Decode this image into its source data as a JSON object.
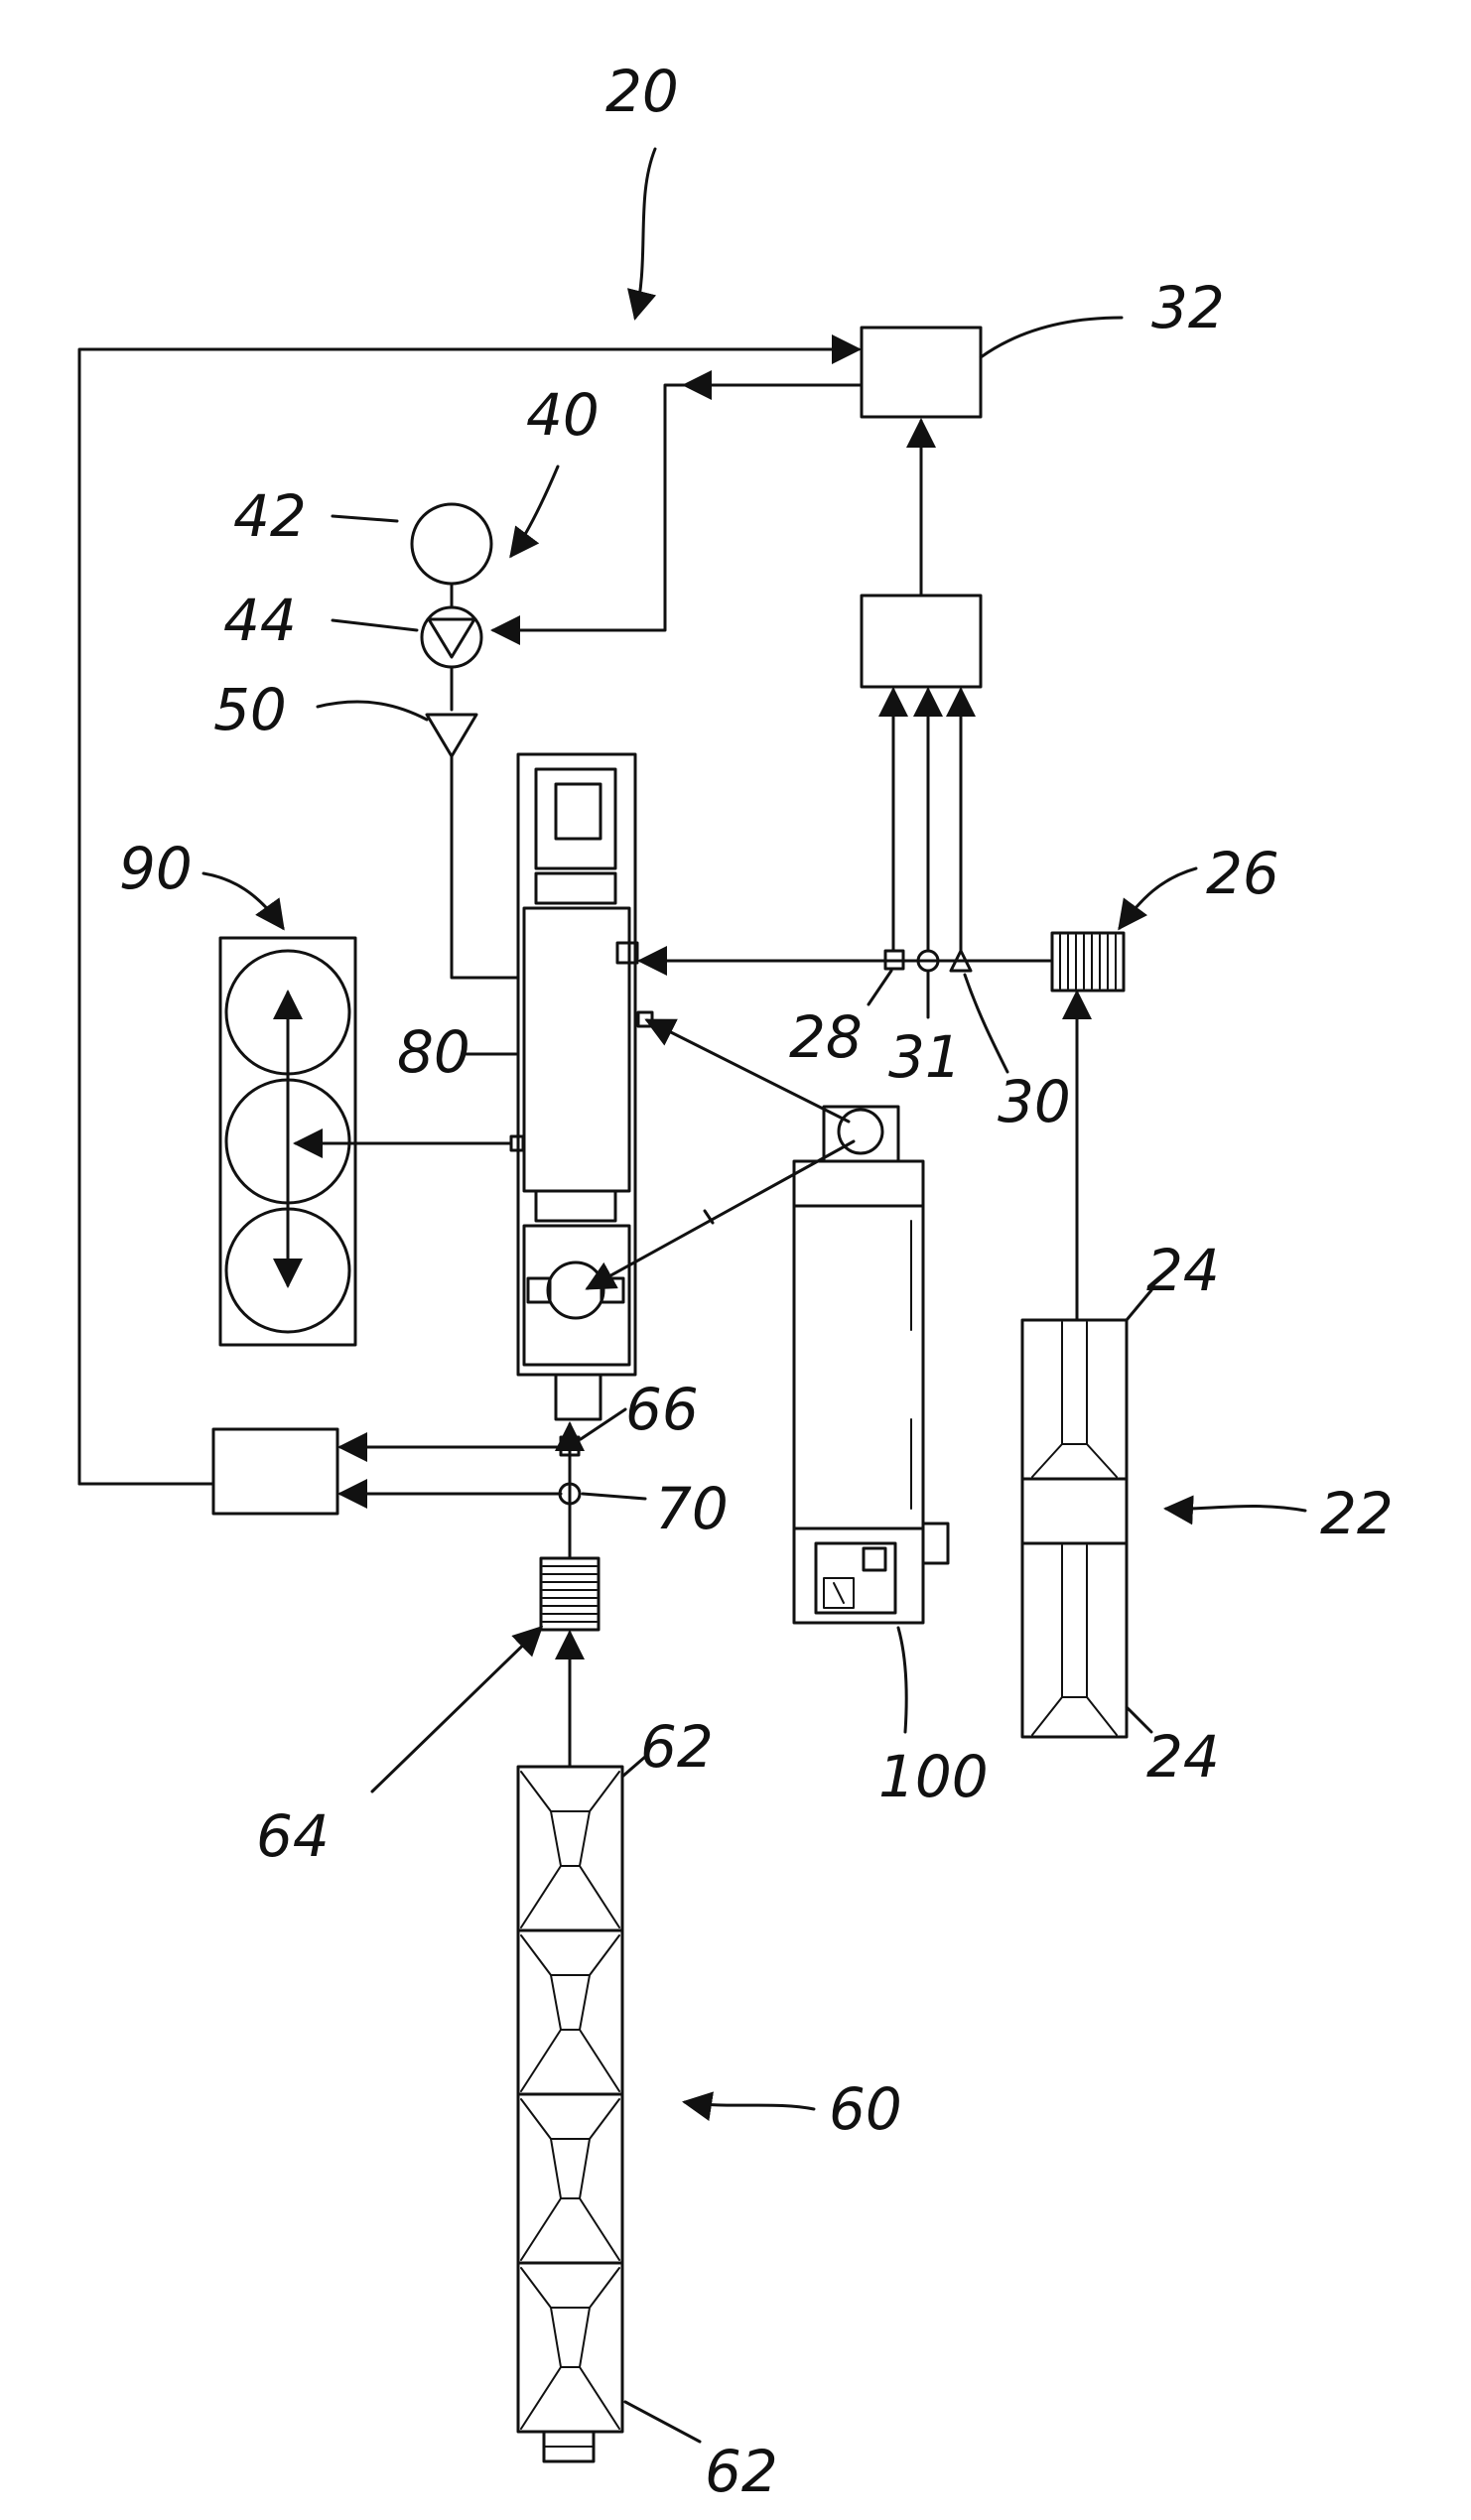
{
  "figure": {
    "ref_system": "20",
    "ref_control": "32",
    "ref_chem_unit": "40",
    "ref_chem_tank": "42",
    "ref_pump": "44",
    "ref_injector": "50",
    "ref_separator": "90",
    "ref_main_unit": "80",
    "ref_filter_a": "26",
    "ref_sensor_a": "28",
    "ref_sensor_b": "31",
    "ref_sensor_c": "30",
    "ref_trailer_top": "24",
    "ref_trailer_group": "22",
    "ref_trailer_bottom": "24",
    "ref_generator": "100",
    "ref_sensor_d": "66",
    "ref_sensor_e": "70",
    "ref_filter_b": "64",
    "ref_tank_top": "62",
    "ref_tank_group": "60",
    "ref_tank_bottom": "62"
  }
}
